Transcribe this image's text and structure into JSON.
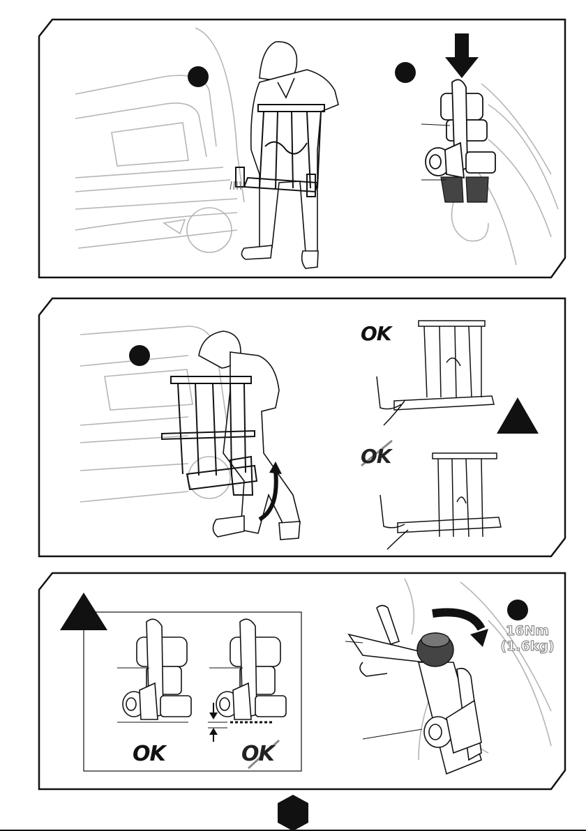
{
  "panel1": {
    "step_badges": [
      "",
      ""
    ]
  },
  "panel2": {
    "step_badge": "",
    "ok_correct": "OK",
    "ok_incorrect": "OK",
    "warning_icon": "warning-triangle-icon"
  },
  "panel3": {
    "warning_icon": "warning-triangle-icon",
    "ok_correct": "OK",
    "ok_incorrect": "OK",
    "step_badge": "",
    "torque_value": "16Nm",
    "torque_weight": "(1.6kg)"
  },
  "footer": {
    "page_marker_icon": "hexagon-marker-icon",
    "page_number": ""
  },
  "colors": {
    "ink": "#111111",
    "line_grey": "#b5b5b5",
    "torque_text_outline": "#8a8a8a"
  }
}
